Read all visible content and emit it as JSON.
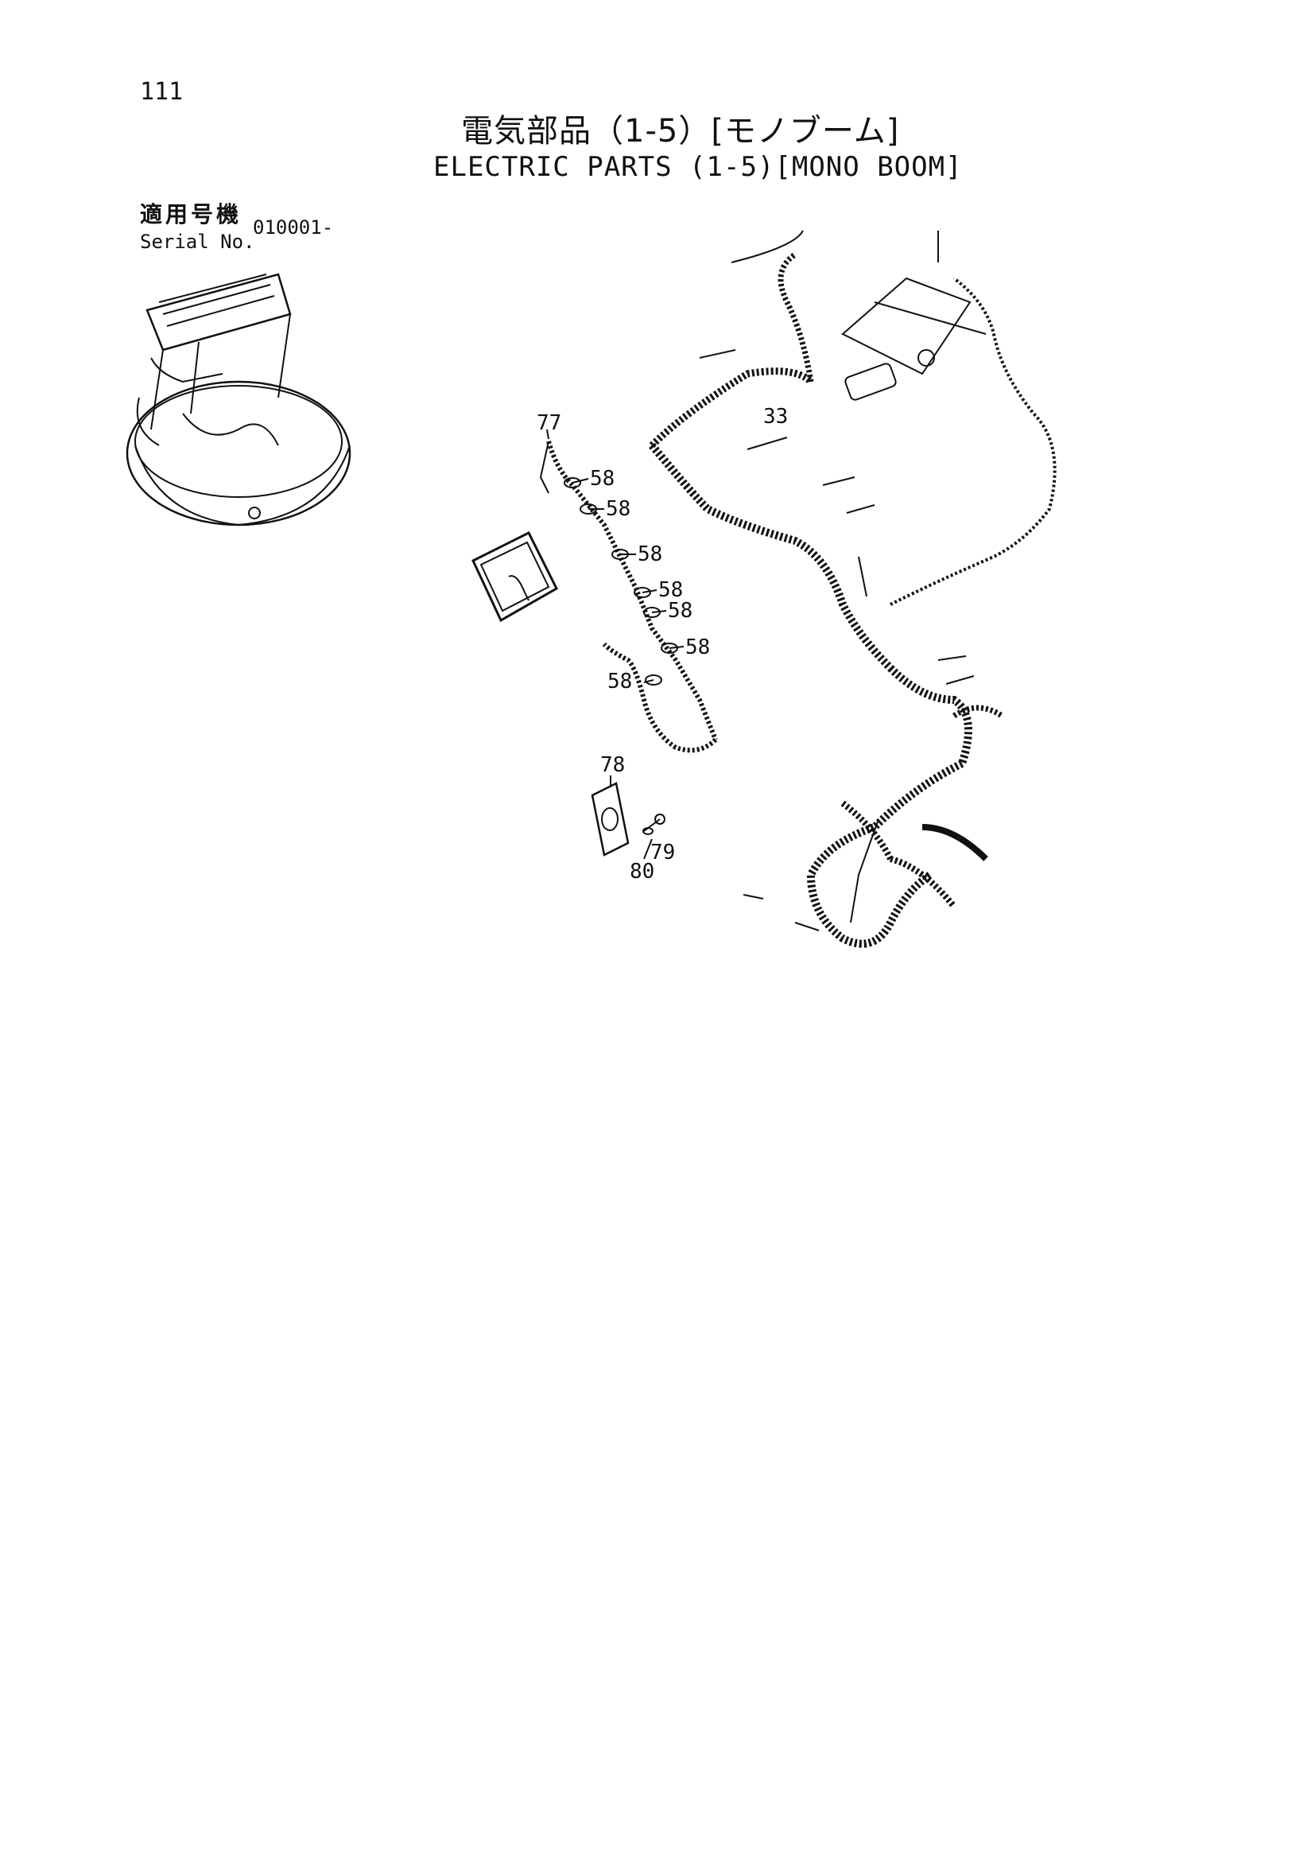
{
  "header": {
    "page_number": "111",
    "title_jp": "電気部品（1-5）[モノブーム]",
    "title_en": "ELECTRIC PARTS (1-5)[MONO BOOM]"
  },
  "applicability": {
    "label_jp": "適用号機",
    "label_en": "Serial No.",
    "value": "010001-"
  },
  "callouts": [
    {
      "id": "c33",
      "label": "33"
    },
    {
      "id": "c77",
      "label": "77"
    },
    {
      "id": "c58a",
      "label": "58"
    },
    {
      "id": "c58b",
      "label": "58"
    },
    {
      "id": "c58c",
      "label": "58"
    },
    {
      "id": "c58d",
      "label": "58"
    },
    {
      "id": "c58e",
      "label": "58"
    },
    {
      "id": "c58f",
      "label": "58"
    },
    {
      "id": "c58g",
      "label": "58"
    },
    {
      "id": "c78",
      "label": "78"
    },
    {
      "id": "c79",
      "label": "79"
    },
    {
      "id": "c80",
      "label": "80"
    }
  ],
  "colors": {
    "ink": "#111111",
    "paper": "#ffffff"
  }
}
